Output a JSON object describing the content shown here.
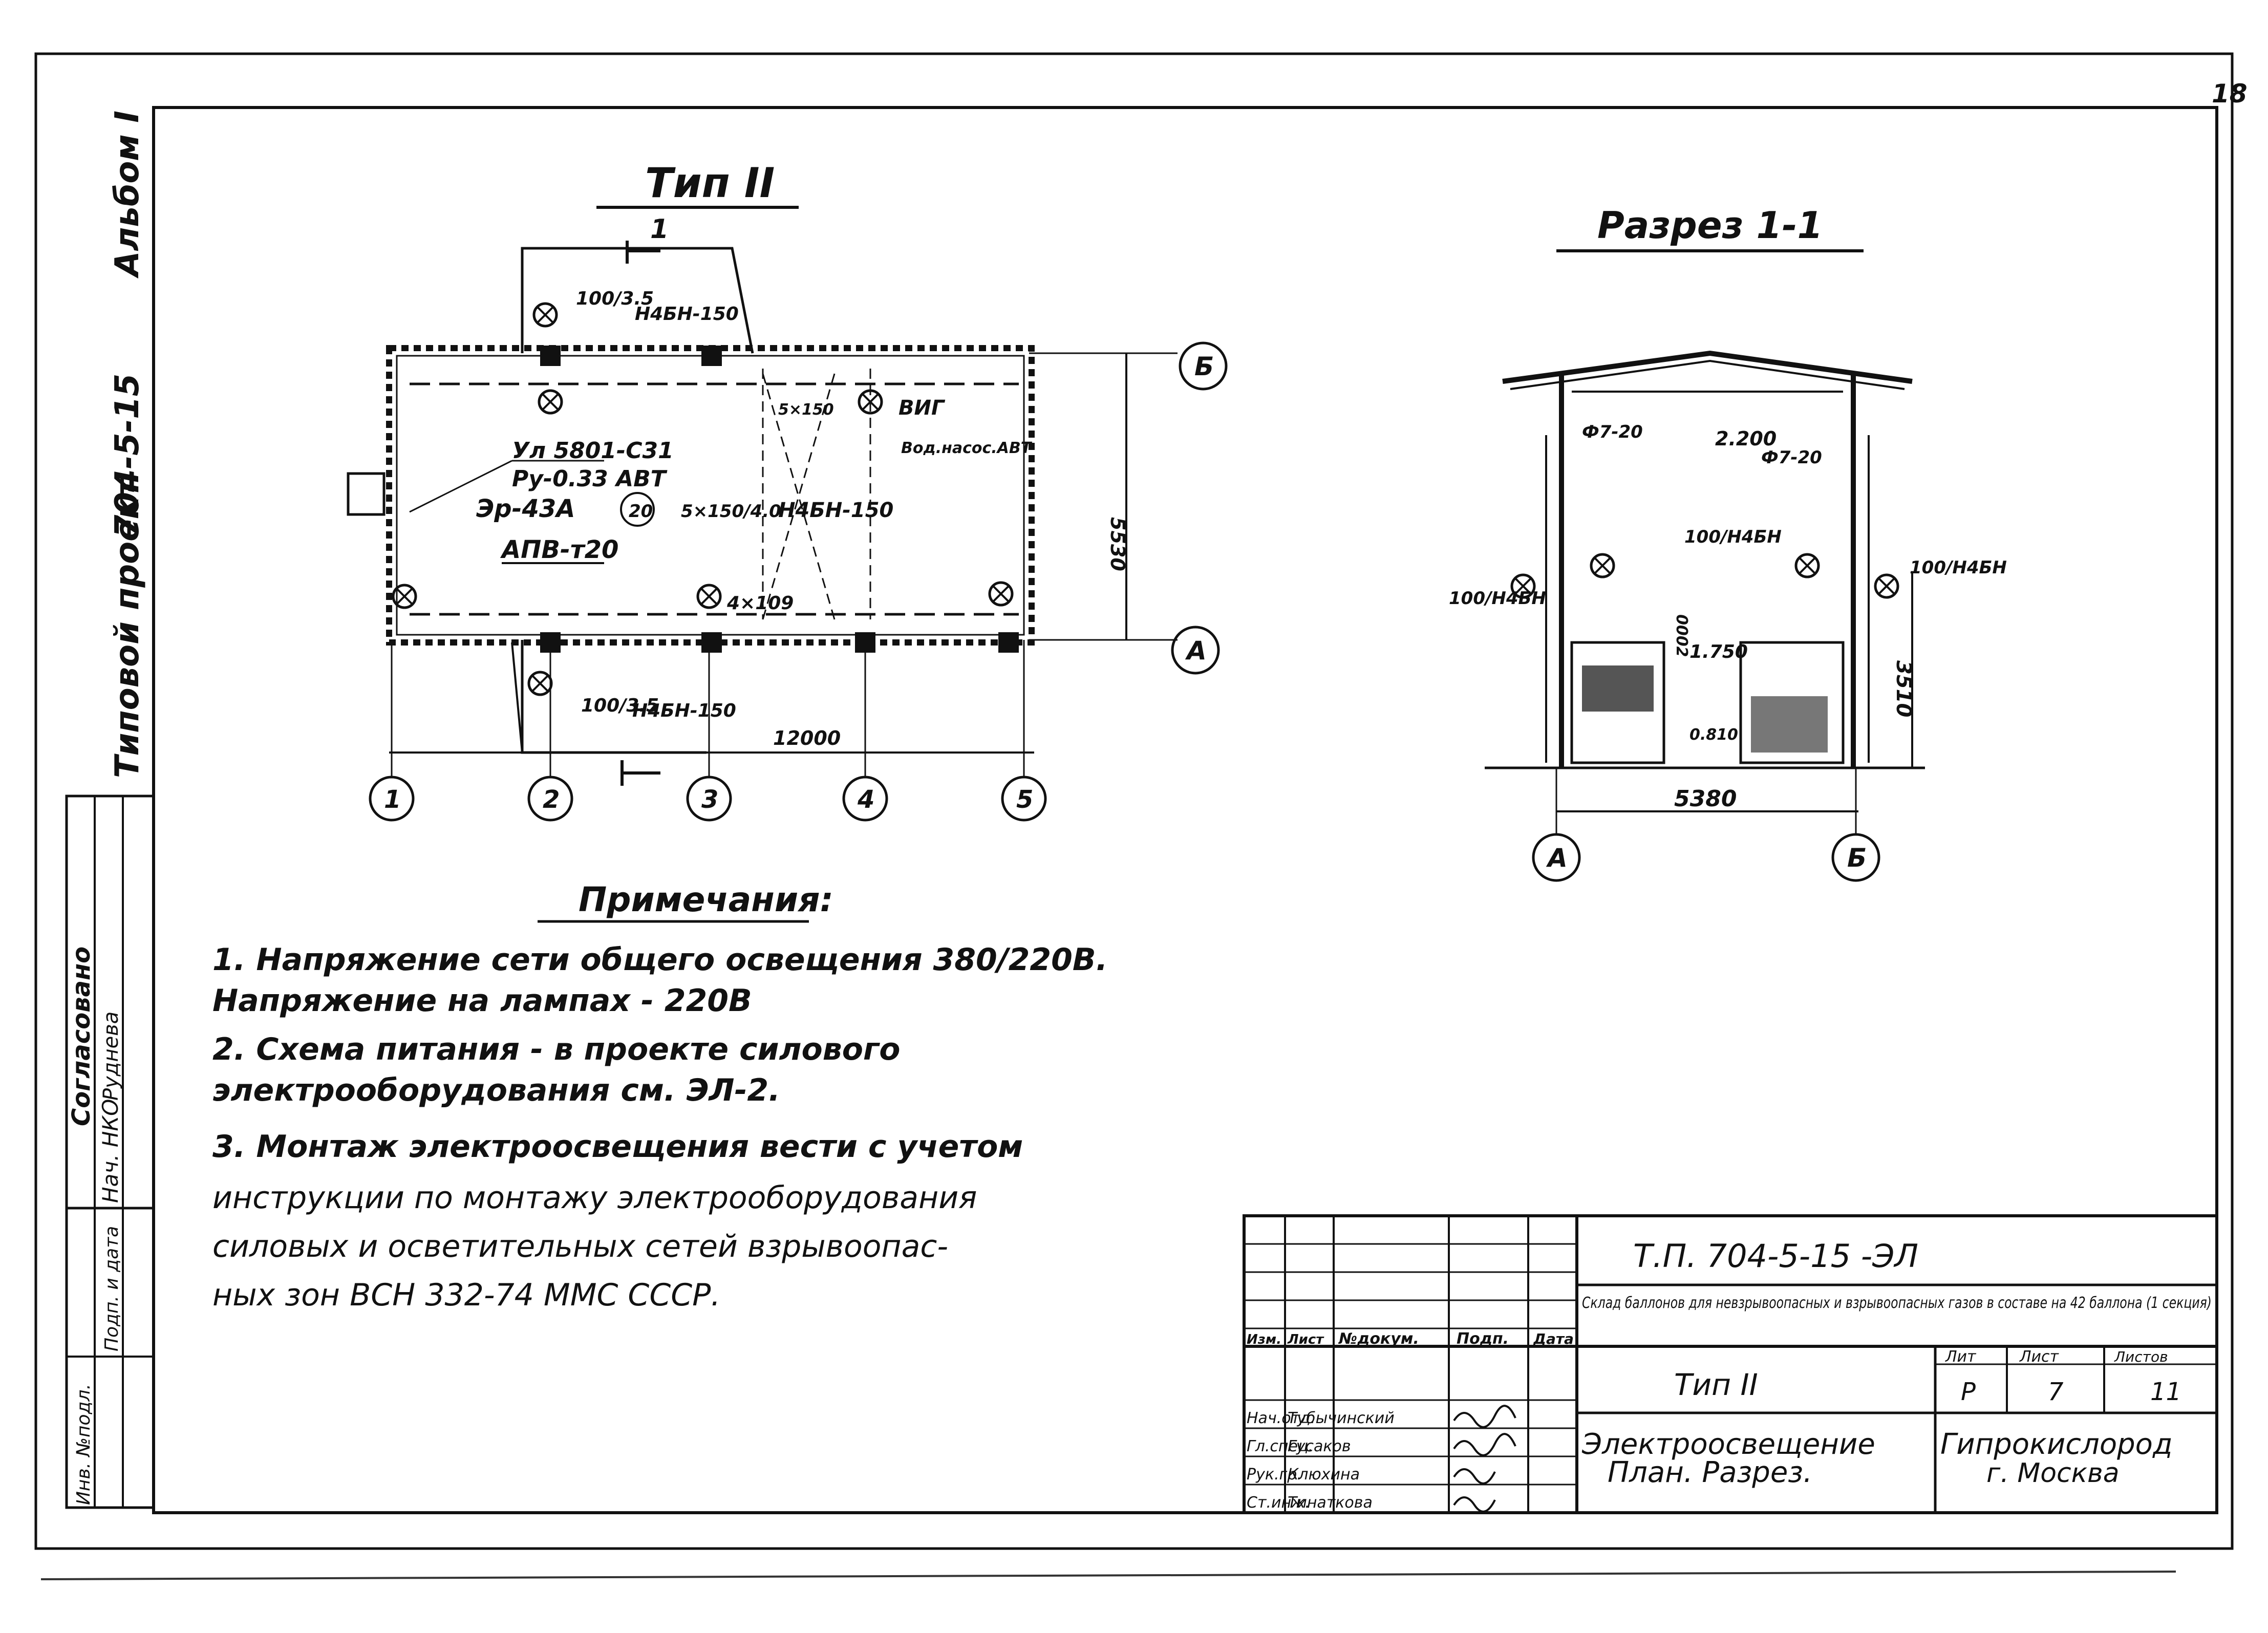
{
  "sheet": {
    "number": "18",
    "side_stamp": {
      "album": "Альбом I",
      "project": "704-5-15",
      "label": "Типовой проект",
      "agreed": "Согласовано",
      "agreed_by": "Нач. НКО",
      "agreed_name": "Руднева",
      "inv_cells": [
        "Инв. №подл.",
        "Подп. и дата"
      ]
    }
  },
  "plan": {
    "title": "Тип II",
    "section_mark": "1",
    "axes_numeric": [
      "1",
      "2",
      "3",
      "4",
      "5"
    ],
    "axes_letter": [
      "Б",
      "А"
    ],
    "dim_length": "12000",
    "dim_width": "5530",
    "labels": {
      "lamp_top": "100/3.5",
      "lamp_top_type": "Н4БН-150",
      "lamp_bottom": "100/3.5",
      "lamp_bottom_type": "Н4БН-150",
      "lamp_mid": "5×150/4.0",
      "lamp_mid_type": "Н4БН-150",
      "vig": "ВИГ",
      "vig_sub": "Вод.насос.АВТ",
      "label_51": "5×150",
      "panel_1": "Ул 5801-С31",
      "panel_2": "Ру-0.33 АВТ",
      "panel_3": "Эр-43А",
      "panel_num": "20",
      "cable": "АПВ-т20",
      "lamp_low": "4×109"
    }
  },
  "section": {
    "title": "Разрез 1-1",
    "axes": [
      "А",
      "Б"
    ],
    "dim_width": "5380",
    "dim_height": "3510",
    "labels": {
      "wire_left": "Ф7-20",
      "wire_right": "Ф7-20",
      "elev_top": "2.200",
      "lamp_center": "100/Н4БН",
      "lamp_left": "100/Н4БН",
      "lamp_right": "100/Н4БН",
      "elev_mid": "1.750",
      "elev_low": "0.810",
      "vert_left": "0002"
    }
  },
  "notes": {
    "title": "Примечания:",
    "lines": [
      "1. Напряжение   сети  общего освещения 380/220В.",
      "   Напряжение   на лампах - 220В",
      "2. Схема   питания - в проекте  силового",
      "   электрооборудования    см. ЭЛ-2.",
      "3. Монтаж  электроосвещения  вести с учетом",
      "   инструкции  по монтажу электрооборудования",
      "   силовых  и осветительных   сетей взрывоопас-",
      "   ных  зон  ВСН 332-74  ММС  СССР."
    ]
  },
  "title_block": {
    "code": "Т.П.  704-5-15  -ЭЛ",
    "object_desc": "Склад баллонов для невзрывоопасных и взрывоопасных газов в составе на 42 баллона (1 секция)",
    "header_cols": [
      "Изм.",
      "Лист",
      "№докум.",
      "Подп.",
      "Дата"
    ],
    "type": "Тип II",
    "stage_headers": [
      "Лит",
      "Лист",
      "Листов"
    ],
    "stage_values": [
      "Р",
      "7",
      "11"
    ],
    "drawing_title_1": "Электроосвещение",
    "drawing_title_2": "План. Разрез.",
    "org_1": "Гипрокислород",
    "org_2": "г. Москва",
    "signatures": [
      {
        "role": "Нач.отд.",
        "name": "Тубычинский"
      },
      {
        "role": "Гл.спец.",
        "name": "Гусаков"
      },
      {
        "role": "Рук.гр.",
        "name": "Клюхина"
      },
      {
        "role": "Ст.инж.",
        "name": "Тинаткова"
      }
    ]
  }
}
